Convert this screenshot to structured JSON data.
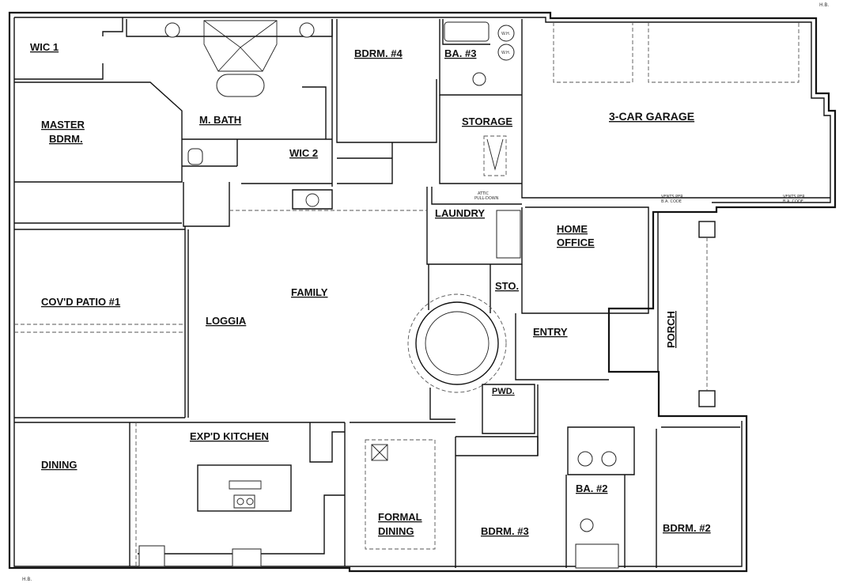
{
  "plan": {
    "rooms": {
      "wic1": "WIC 1",
      "master_bdrm_line1": "MASTER",
      "master_bdrm_line2": "BDRM.",
      "m_bath": "M. BATH",
      "wic2": "WIC 2",
      "bdrm4": "BDRM. #4",
      "ba3": "BA. #3",
      "storage": "STORAGE",
      "garage": "3-CAR GARAGE",
      "laundry": "LAUNDRY",
      "home_office_line1": "HOME",
      "home_office_line2": "OFFICE",
      "sto": "STO.",
      "family": "FAMILY",
      "loggia": "LOGGIA",
      "covd_patio": "COV'D PATIO #1",
      "entry": "ENTRY",
      "porch": "PORCH",
      "pwd": "PWD.",
      "dining": "DINING",
      "expd_kitchen": "EXP'D KITCHEN",
      "formal_dining_line1": "FORMAL",
      "formal_dining_line2": "DINING",
      "bdrm3": "BDRM. #3",
      "ba2": "BA. #2",
      "bdrm2": "BDRM. #2"
    },
    "notes": {
      "hose_bib_top": "H.B.",
      "hose_bib_bottom": "H.B.",
      "wh_1": "W.H.",
      "wh_2": "W.H.",
      "vents_left_1": "VENTS PER",
      "vents_left_2": "B.A. CODE",
      "vents_right_1": "VENTS PER",
      "vents_right_2": "B.A. CODE",
      "pull_down_1": "ATTIC",
      "pull_down_2": "PULL-DOWN"
    }
  }
}
